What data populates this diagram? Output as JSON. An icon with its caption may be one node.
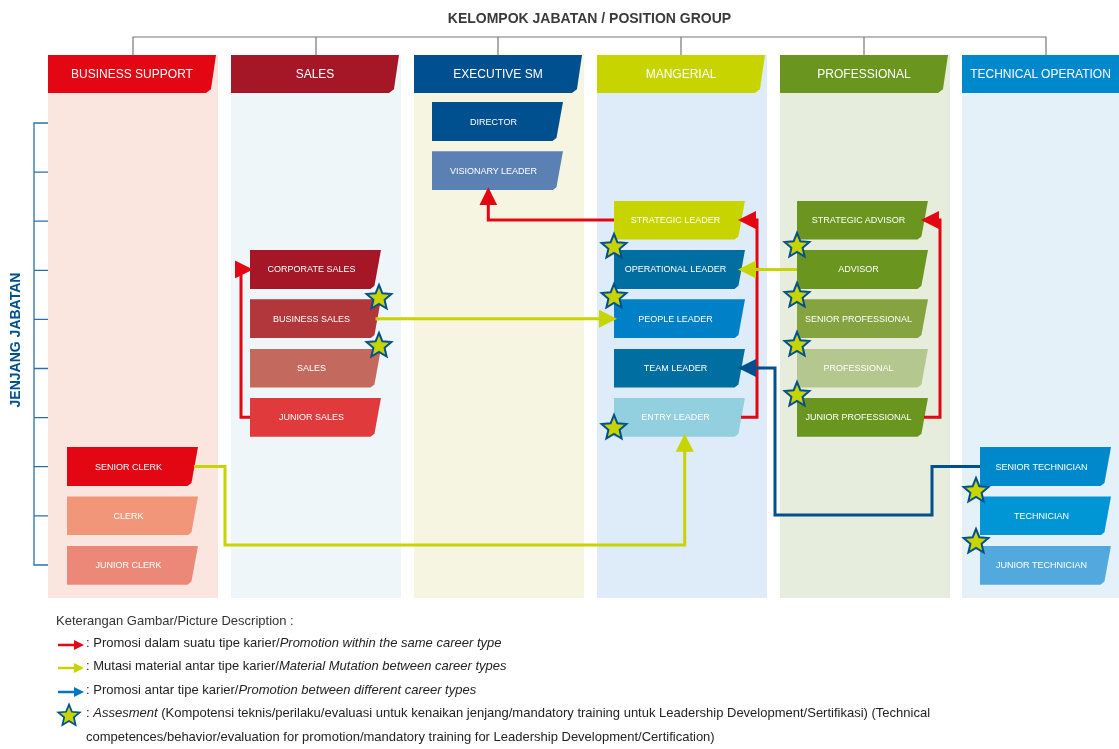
{
  "diagram": {
    "title": "KELOMPOK JABATAN / POSITION GROUP",
    "nodes": [
      {
        "text": [
          "BUSINESS SUPPORT"
        ]
      },
      {
        "text": [
          "SENIOR CLERK"
        ],
        "in": 0
      },
      {
        "text": [
          "CLERK"
        ],
        "in": 0
      },
      {
        "text": [
          "JUNIOR CLERK"
        ],
        "in": 0
      },
      {
        "text": [
          "SALES"
        ]
      },
      {
        "text": [
          "CORPORATE SALES"
        ],
        "in": 4
      },
      {
        "text": [
          "BUSINESS SALES"
        ],
        "in": 4
      },
      {
        "text": [
          "SALES"
        ],
        "in": 4
      },
      {
        "text": [
          "JUNIOR SALES"
        ],
        "in": 4
      },
      {
        "text": [
          "EXECUTIVE SM"
        ]
      },
      {
        "text": [
          "DIRECTOR"
        ],
        "in": 9
      },
      {
        "text": [
          "VISIONARY LEADER"
        ],
        "in": 9
      },
      {
        "text": [
          "MANGERIAL"
        ]
      },
      {
        "text": [
          "STRATEGIC LEADER"
        ],
        "in": 12
      },
      {
        "text": [
          "OPERATIONAL LEADER"
        ],
        "in": 12
      },
      {
        "text": [
          "PEOPLE LEADER"
        ],
        "in": 12
      },
      {
        "text": [
          "TEAM LEADER"
        ],
        "in": 12
      },
      {
        "text": [
          "ENTRY LEADER"
        ],
        "in": 12
      },
      {
        "text": [
          "PROFESSIONAL"
        ]
      },
      {
        "text": [
          "STRATEGIC ADVISOR"
        ],
        "in": 18
      },
      {
        "text": [
          "ADVISOR"
        ],
        "in": 18
      },
      {
        "text": [
          "SENIOR PROFESSIONAL"
        ],
        "in": 18
      },
      {
        "text": [
          "PROFESSIONAL"
        ],
        "in": 18
      },
      {
        "text": [
          "JUNIOR PROFESSIONAL"
        ],
        "in": 18
      },
      {
        "text": [
          "TECHNICAL OPERATION"
        ]
      },
      {
        "text": [
          "SENIOR TECHNICIAN"
        ],
        "in": 24
      },
      {
        "text": [
          "TECHNICIAN"
        ],
        "in": 24
      },
      {
        "text": [
          "JUNIOR TECHNICIAN"
        ],
        "in": 24
      }
    ],
    "edges": [
      {
        "from": 8,
        "to": 5,
        "arrow": "to"
      },
      {
        "from": 6,
        "to": 15,
        "arrow": "to",
        "color": "#c8d400"
      },
      {
        "from": 1,
        "to": 17,
        "arrow": "to",
        "color": "#c8d400"
      },
      {
        "from": 13,
        "to": 11,
        "arrow": "to"
      },
      {
        "from": 17,
        "to": 13,
        "arrow": "to"
      },
      {
        "from": 20,
        "to": 14,
        "arrow": "to",
        "color": "#c8d400"
      },
      {
        "from": 23,
        "to": 19,
        "arrow": "to"
      },
      {
        "from": 25,
        "to": 16,
        "arrow": "to",
        "color": "#00508f"
      }
    ],
    "labels": [
      "JENJANG JABATAN",
      "Keterangan Gambar/Picture Description :"
    ],
    "legend": [
      {
        "text": ": Promosi dalam suatu tipe karier/*Promotion within the same career type*"
      },
      {
        "text": ": Mutasi material antar tipe karier/*Material Mutation between career types*"
      },
      {
        "text": ": Promosi antar tipe karier/*Promotion between different career types*"
      },
      {
        "text": ": *Assesment* (Kompotensi teknis/perilaku/evaluasi untuk kenaikan jenjang/mandatory training untuk Leadership Development/Sertifikasi) (Technical competences/behavior/evaluation for promotion/mandatory training for Leadership Development/Certification)"
      }
    ]
  }
}
